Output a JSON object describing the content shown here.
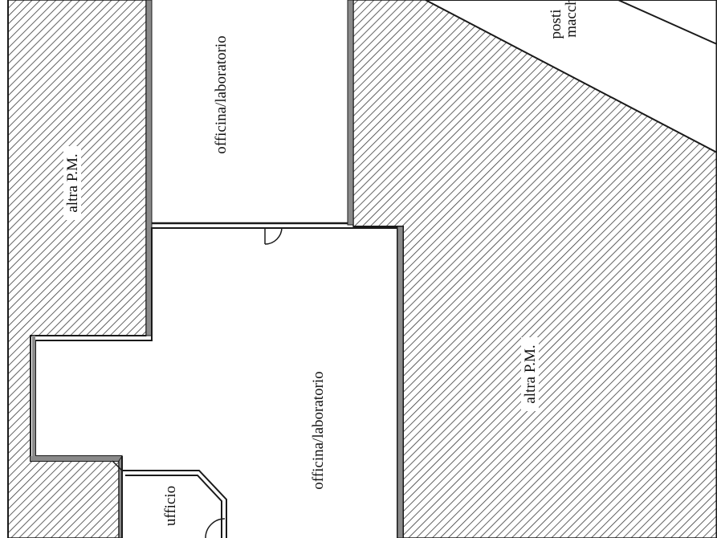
{
  "plan": {
    "labels": {
      "altra_pm_left": "altra P.M.",
      "altra_pm_right": "altra P.M.",
      "officina_top": "officina/laboratorio",
      "officina_main": "officina/laboratorio",
      "ufficio": "ufficio",
      "posti_line1": "posti",
      "posti_line2": "macch"
    },
    "colors": {
      "hatch": "#3a3a3a",
      "wall": "#1a1a1a",
      "paper": "#ffffff",
      "wall_fill": "#8a8a8a"
    }
  }
}
